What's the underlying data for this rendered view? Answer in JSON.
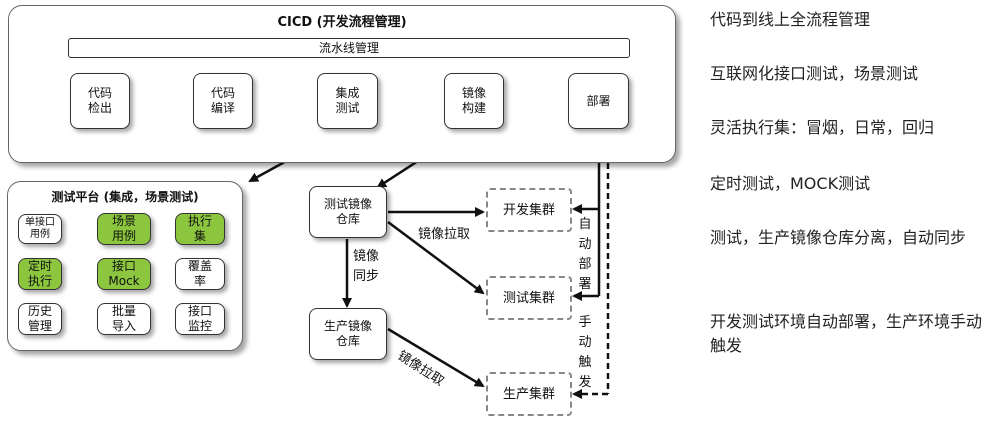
{
  "cicd": {
    "title": "CICD (开发流程管理)",
    "pipeline_bar": "流水线管理",
    "steps": [
      "代码\n检出",
      "代码\n编译",
      "集成\n测试",
      "镜像\n构建",
      "部署"
    ]
  },
  "test_platform": {
    "title": "测试平台 (集成，场景测试)",
    "cells": [
      {
        "label": "单接口\n用例",
        "highlight": false
      },
      {
        "label": "场景\n用例",
        "highlight": true
      },
      {
        "label": "执行\n集",
        "highlight": true
      },
      {
        "label": "定时\n执行",
        "highlight": true
      },
      {
        "label": "接口\nMock",
        "highlight": true
      },
      {
        "label": "覆盖\n率",
        "highlight": false
      },
      {
        "label": "历史\n管理",
        "highlight": false
      },
      {
        "label": "批量\n导入",
        "highlight": false
      },
      {
        "label": "接口\n监控",
        "highlight": false
      }
    ]
  },
  "flow": {
    "test_repo": "测试镜像\n仓库",
    "prod_repo": "生产镜像\n仓库",
    "dev_cluster": "开发集群",
    "test_cluster": "测试集群",
    "prod_cluster": "生产集群",
    "image_pull_1": "镜像拉取",
    "image_sync": "镜像\n同步",
    "image_pull_2": "镜像拉取",
    "auto_deploy": "自\n动\n部\n署",
    "manual_trigger": "手\n动\n触\n发"
  },
  "features": [
    "代码到线上全流程管理",
    "互联网化接口测试，场景测试",
    "灵活执行集：冒烟，日常，回归",
    "定时测试，MOCK测试",
    "测试，生产镜像仓库分离，自动同步",
    "开发测试环境自动部署，生产环境手动触发"
  ],
  "colors": {
    "highlight": "#8cc63f",
    "line": "#111111",
    "dashed": "#888888"
  }
}
